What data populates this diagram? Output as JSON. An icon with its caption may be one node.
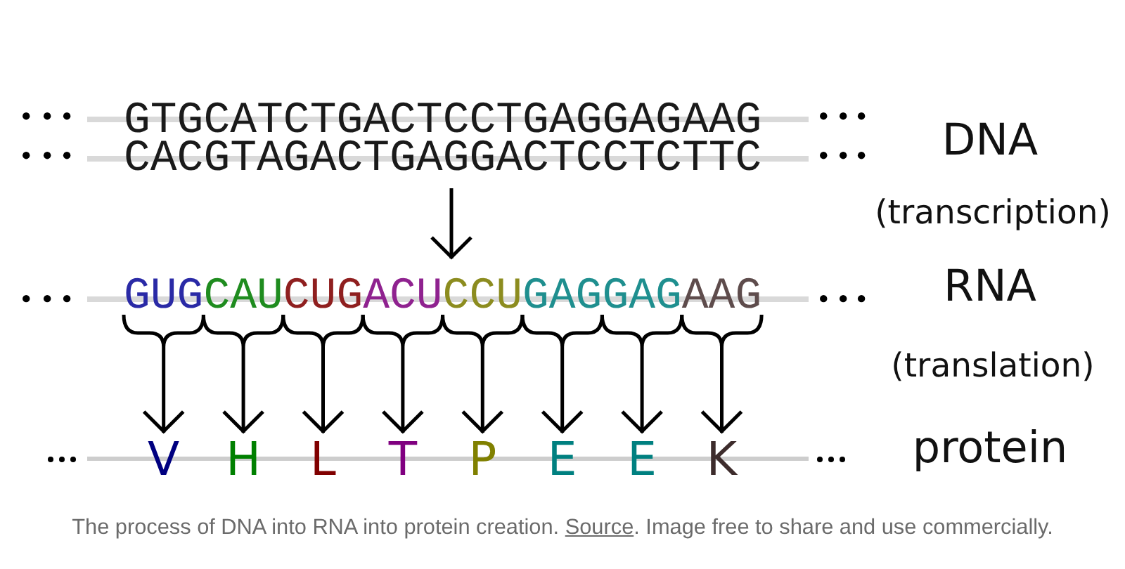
{
  "diagram": {
    "nodes": [
      {
        "text": [
          "GTGCATCTGACTCCTGAGGAGAAG",
          "CACGTAGACTGAGGACTCCTCTTC"
        ]
      },
      {
        "text": [],
        "shape": "bar"
      },
      {
        "text": [
          "GUG"
        ],
        "in": 1
      },
      {
        "text": [
          "CAU"
        ],
        "in": 1
      },
      {
        "text": [
          "CUG"
        ],
        "in": 1
      },
      {
        "text": [
          "ACU"
        ],
        "in": 1
      },
      {
        "text": [
          "CCU"
        ],
        "in": 1
      },
      {
        "text": [
          "GAG"
        ],
        "in": 1
      },
      {
        "text": [
          "GAG"
        ],
        "in": 1
      },
      {
        "text": [
          "AAG"
        ],
        "in": 1
      },
      {
        "text": [],
        "shape": "bar"
      },
      {
        "text": [
          "V"
        ],
        "in": 10
      },
      {
        "text": [
          "H"
        ],
        "in": 10
      },
      {
        "text": [
          "L"
        ],
        "in": 10
      },
      {
        "text": [
          "T"
        ],
        "in": 10
      },
      {
        "text": [
          "P"
        ],
        "in": 10
      },
      {
        "text": [
          "E"
        ],
        "in": 10
      },
      {
        "text": [
          "E"
        ],
        "in": 10
      },
      {
        "text": [
          "K"
        ],
        "in": 10
      }
    ],
    "edges": [
      {
        "from": 0,
        "to": 1,
        "arrow": "to"
      },
      {
        "from": 2,
        "to": 11,
        "arrow": "to"
      },
      {
        "from": 3,
        "to": 12,
        "arrow": "to"
      },
      {
        "from": 4,
        "to": 13,
        "arrow": "to"
      },
      {
        "from": 5,
        "to": 14,
        "arrow": "to"
      },
      {
        "from": 6,
        "to": 15,
        "arrow": "to"
      },
      {
        "from": 7,
        "to": 16,
        "arrow": "to"
      },
      {
        "from": 8,
        "to": 17,
        "arrow": "to"
      },
      {
        "from": 9,
        "to": 18,
        "arrow": "to"
      }
    ],
    "labels": [
      "DNA",
      "(transcription)",
      "RNA",
      "(translation)",
      "protein"
    ],
    "caption": "The process of DNA into RNA into protein creation. Source. Image free to share and use commercially."
  }
}
